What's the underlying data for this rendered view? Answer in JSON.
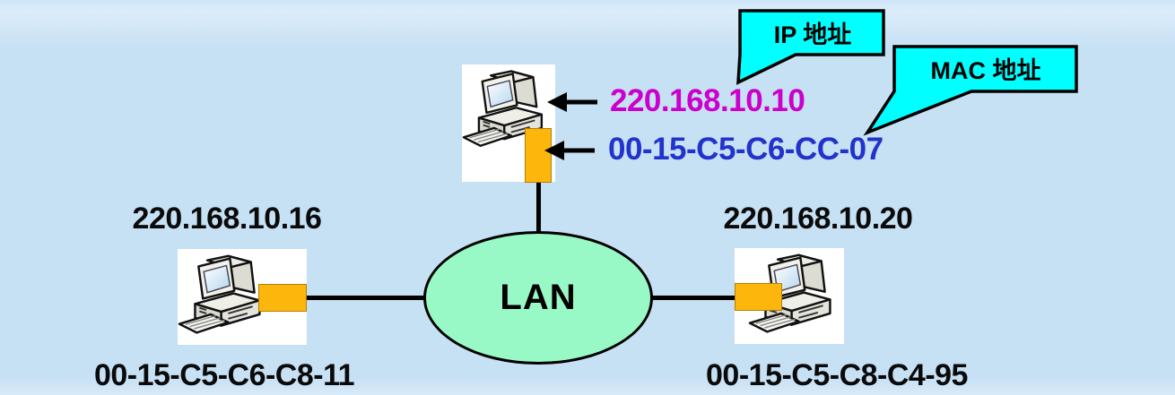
{
  "diagram": {
    "title_implicit": "LAN addressing diagram",
    "lan": {
      "label": "LAN"
    },
    "callouts": {
      "ip": {
        "label": "IP 地址"
      },
      "mac": {
        "label": "MAC 地址"
      }
    },
    "nodes": {
      "top": {
        "ip": "220.168.10.10",
        "mac": "00-15-C5-C6-CC-07"
      },
      "left": {
        "ip": "220.168.10.16",
        "mac": "00-15-C5-C6-C8-11"
      },
      "right": {
        "ip": "220.168.10.20",
        "mac": "00-15-C5-C8-C4-95"
      }
    },
    "colors": {
      "background": "#C6E0F4",
      "callout_fill": "#00FFFF",
      "ip_text": "#CC00CC",
      "mac_text": "#2233CC",
      "lan_fill": "#99F9C6",
      "nic_fill": "#FDB60B",
      "line": "#000000",
      "node_background": "#FFFFFF"
    }
  }
}
